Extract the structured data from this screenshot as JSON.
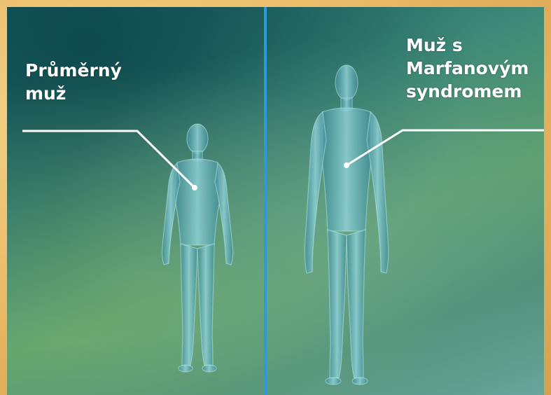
{
  "labels": {
    "average_man": [
      "Průměrný",
      "muž"
    ],
    "marfan_man": [
      "Muž s",
      "Marfanovým",
      "syndromem"
    ]
  },
  "colors": {
    "divider": "#2a9ad8",
    "text": "#ffffff",
    "figure_fill": "#6fb3bd",
    "frame": "#e3b86c"
  },
  "icons": {
    "left_figure": "average-man-figure",
    "right_figure": "marfan-man-figure"
  }
}
